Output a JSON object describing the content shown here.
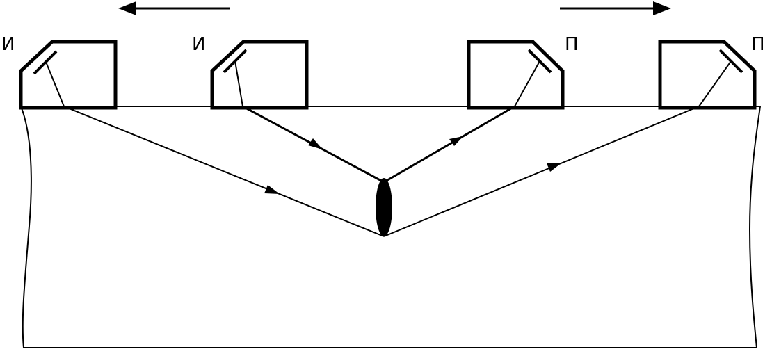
{
  "probes": [
    {
      "id": "probe-1",
      "role": "transmitter",
      "label": "И"
    },
    {
      "id": "probe-2",
      "role": "transmitter",
      "label": "И"
    },
    {
      "id": "probe-3",
      "role": "receiver",
      "label": "П"
    },
    {
      "id": "probe-4",
      "role": "receiver",
      "label": "П"
    }
  ],
  "movement_arrows": [
    {
      "id": "arrow-left",
      "direction": "left"
    },
    {
      "id": "arrow-right",
      "direction": "right"
    }
  ],
  "colors": {
    "stroke": "#000000",
    "background": "#ffffff",
    "defect": "#000000"
  }
}
